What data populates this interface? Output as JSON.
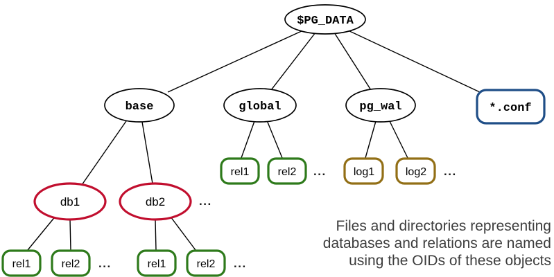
{
  "diagram": {
    "type": "tree",
    "colors": {
      "default": "#000000",
      "edge": "#000000",
      "database": "#c10e2e",
      "relation": "#2e7a1b",
      "log": "#926f16",
      "config": "#1f4e87"
    },
    "nodes": {
      "root": "$PG_DATA",
      "base": "base",
      "global": "global",
      "pg_wal": "pg_wal",
      "conf": "*.conf",
      "db1": "db1",
      "db2": "db2",
      "global_rel1": "rel1",
      "global_rel2": "rel2",
      "log1": "log1",
      "log2": "log2",
      "db1_rel1": "rel1",
      "db1_rel2": "rel2",
      "db2_rel1": "rel1",
      "db2_rel2": "rel2",
      "ellipsis": "..."
    },
    "caption": {
      "lines": [
        "Files and directories representing",
        "databases and relations are named",
        "using the OIDs of these objects"
      ]
    }
  }
}
